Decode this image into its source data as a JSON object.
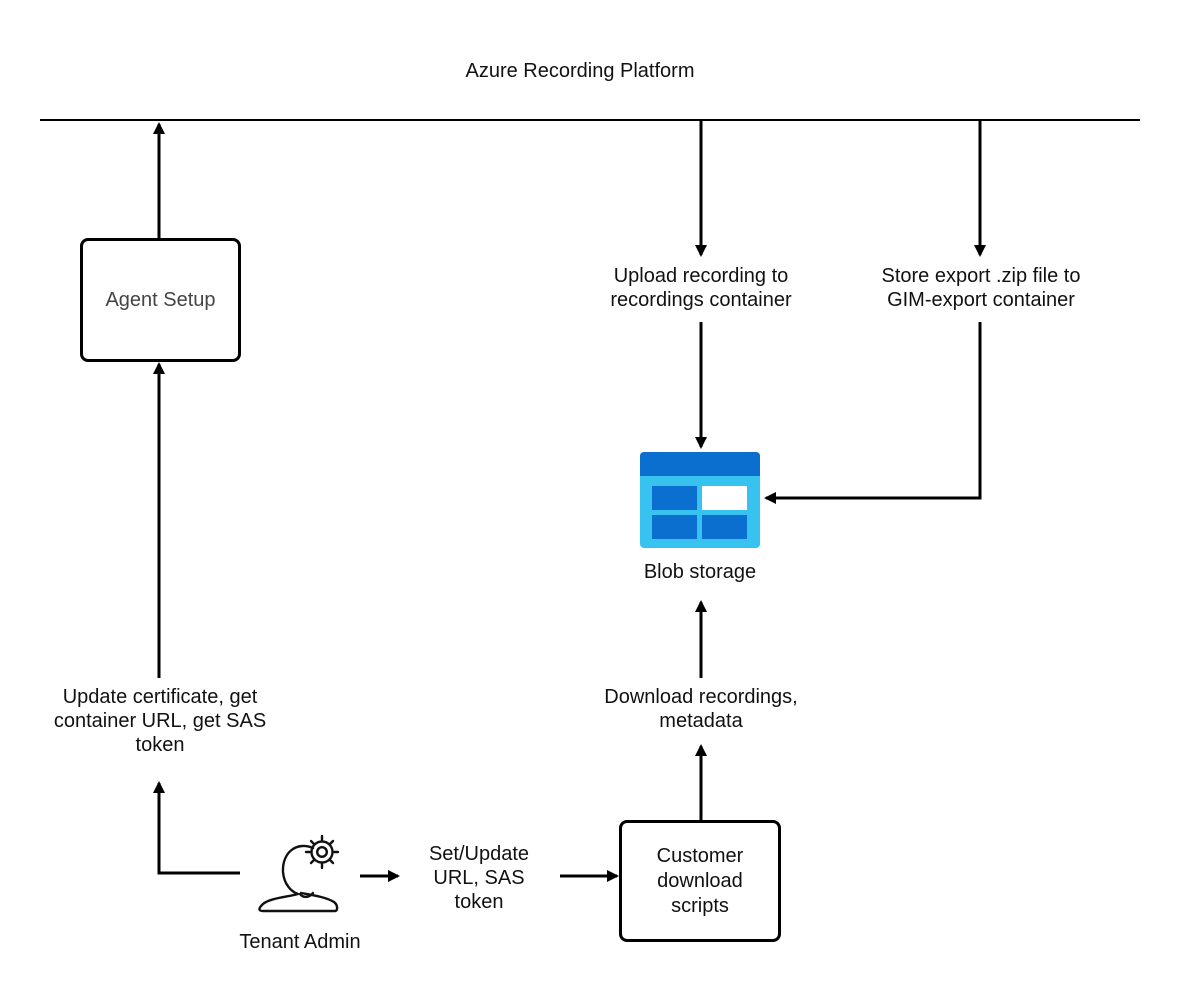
{
  "diagram": {
    "title": "Azure Recording Platform",
    "nodes": {
      "agent_setup": "Agent Setup",
      "blob_storage": "Blob storage",
      "tenant_admin": "Tenant Admin",
      "customer_scripts": "Customer\ndownload\nscripts"
    },
    "edges": {
      "update_certificate": "Update certificate, get\ncontainer URL, get SAS\ntoken",
      "upload_recording": "Upload recording to\nrecordings container",
      "store_export": "Store export .zip file to\nGIM-export container",
      "download_recordings": "Download recordings,\nmetadata",
      "set_update_url": "Set/Update\nURL, SAS\ntoken"
    },
    "colors": {
      "line": "#000000",
      "blob_header": "#0a6fcf",
      "blob_body": "#37c2ef",
      "blob_cell": "#0a6fcf",
      "blob_cell_light": "#ffffff"
    },
    "icons": {
      "blob_storage": "blob-storage-icon",
      "tenant_admin": "admin-person-gear-icon"
    }
  }
}
